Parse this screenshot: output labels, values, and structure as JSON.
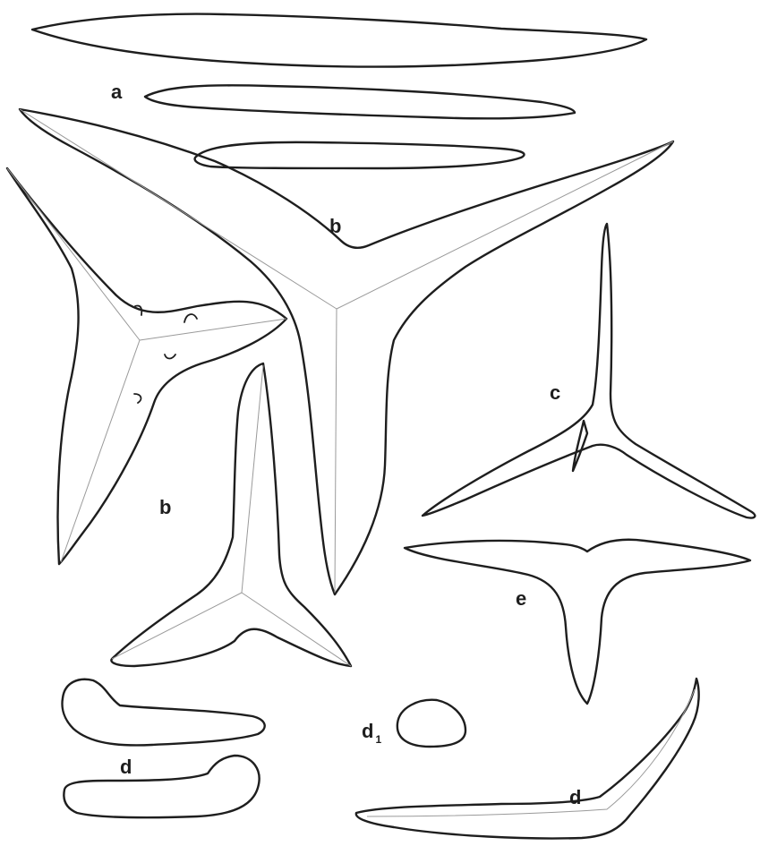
{
  "labels": {
    "a": "a",
    "b_large": "b",
    "b_left": "b",
    "c": "c",
    "e": "e",
    "d_bottom_left": "d",
    "d1_main": "d",
    "d1_sub": "1",
    "d_bottom_right": "d"
  },
  "colors": {
    "outline": "#1e1e1e",
    "ridge": "#9a9a9a",
    "background": "#ffffff"
  }
}
